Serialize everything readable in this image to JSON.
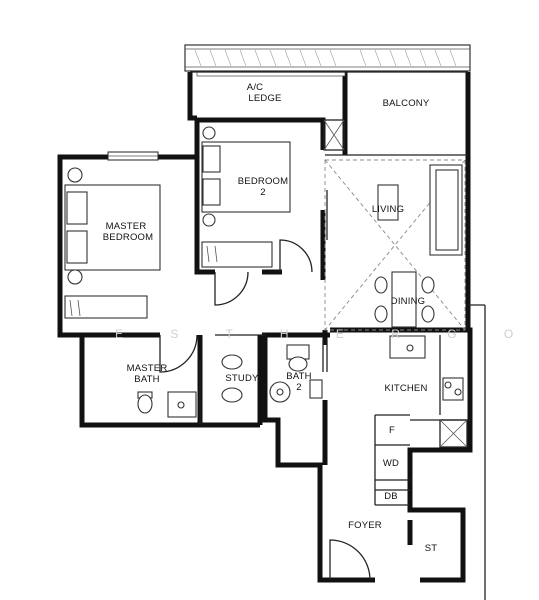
{
  "rooms": {
    "ac_ledge": [
      "A/C",
      "LEDGE"
    ],
    "balcony": "BALCONY",
    "bedroom2": [
      "BEDROOM",
      "2"
    ],
    "master_bedroom": [
      "MASTER",
      "BEDROOM"
    ],
    "living": "LIVING",
    "dining": "DINING",
    "master_bath": [
      "MASTER",
      "BATH"
    ],
    "study": "STUDY",
    "bath2": [
      "BATH",
      "2"
    ],
    "kitchen": "KITCHEN",
    "fridge": "F",
    "washer": "WD",
    "db": "DB",
    "foyer": "FOYER",
    "store": "ST"
  },
  "watermark": "E S T H E R   G O H"
}
